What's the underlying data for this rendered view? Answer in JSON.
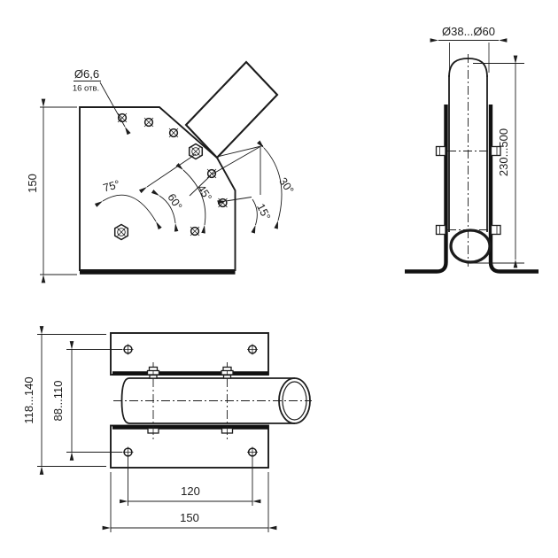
{
  "drawing": {
    "title": "pole-bracket-technical-drawing",
    "colors": {
      "line": "#1c1c1c",
      "background": "#ffffff"
    },
    "front_view": {
      "hole_dia_label": "Ø6,6",
      "hole_count_label": "16 отв.",
      "height_dim": "150",
      "angle_labels": {
        "a75": "75°",
        "a60": "60°",
        "a45": "45°",
        "a30": "30°",
        "a15": "15°"
      }
    },
    "side_view": {
      "pipe_dia_range": "Ø38...Ø60",
      "insert_depth_range": "230...500"
    },
    "top_view": {
      "clamp_outer_range": "118...140",
      "bolt_span_range": "88...110",
      "hole_span": "120",
      "plate_width": "150"
    }
  }
}
